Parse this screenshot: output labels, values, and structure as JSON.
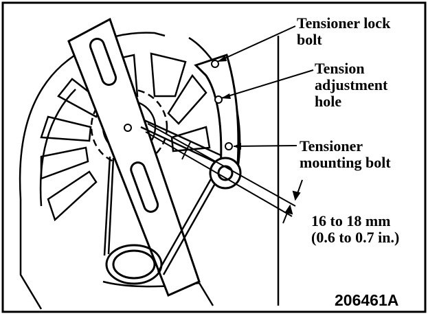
{
  "callouts": {
    "tensioner_lock_bolt": [
      "Tensioner lock",
      "bolt"
    ],
    "tension_adjustment_hole": [
      "Tension",
      "adjustment",
      "hole"
    ],
    "tensioner_mounting_bolt": [
      "Tensioner",
      "mounting bolt"
    ],
    "dimension": [
      "16 to 18 mm",
      "(0.6 to 0.7 in.)"
    ]
  },
  "figure_id": "206461A"
}
